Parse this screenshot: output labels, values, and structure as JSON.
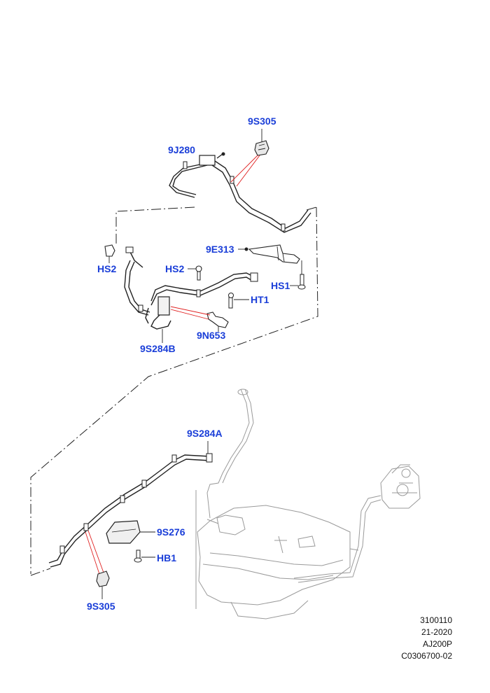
{
  "labels": {
    "p9S305_top": "9S305",
    "p9J280": "9J280",
    "p9E313": "9E313",
    "pHS2_left": "HS2",
    "pHS2_mid": "HS2",
    "pHS1": "HS1",
    "pHT1": "HT1",
    "p9N653": "9N653",
    "p9S284B": "9S284B",
    "p9S284A": "9S284A",
    "p9S276": "9S276",
    "pHB1": "HB1",
    "p9S305_bottom": "9S305"
  },
  "reference": {
    "line1": "3100110",
    "line2": "21-2020",
    "line3": "AJ200P",
    "line4": "C0306700-02"
  },
  "colors": {
    "label": "#1a3ed8",
    "leader_red": "#e02020",
    "line": "#222222",
    "ghost": "#9a9a9a"
  }
}
